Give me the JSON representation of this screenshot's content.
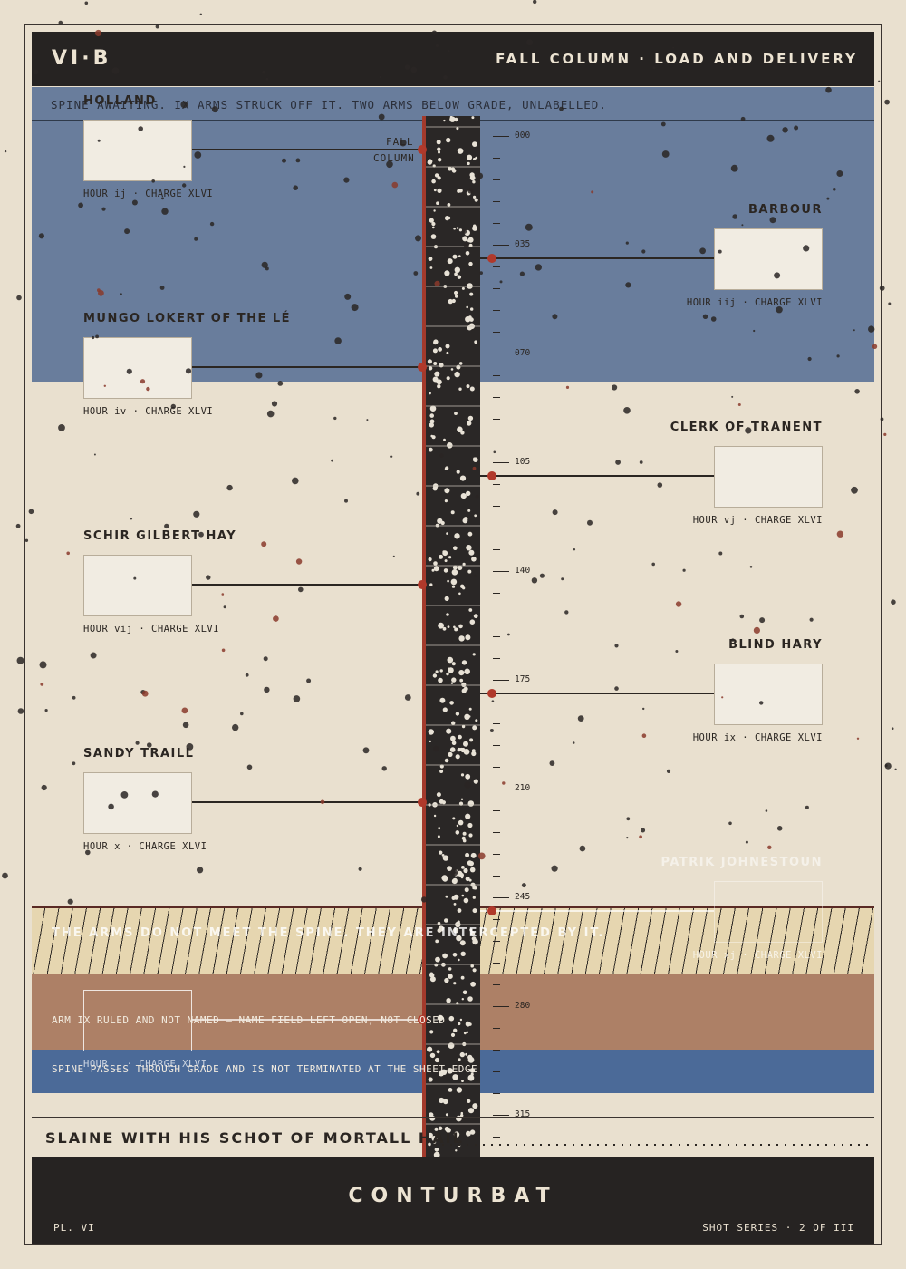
{
  "header": {
    "plate_id": "VI·B",
    "title": "FALL COLUMN · LOAD AND DELIVERY"
  },
  "top_note": "SPINE AWAITING. IX ARMS STRUCK OFF IT. TWO ARMS BELOW GRADE, UNLABELLED.",
  "spine_label": [
    "FALL",
    "COLUMN"
  ],
  "scale_ticks": [
    "000",
    "035",
    "070",
    "105",
    "140",
    "175",
    "210",
    "245",
    "280",
    "315"
  ],
  "arms": [
    {
      "name": "HOLLAND",
      "hour": "HOUR ij · CHARGE XLVI",
      "side": "left"
    },
    {
      "name": "BARBOUR",
      "hour": "HOUR iij · CHARGE XLVI",
      "side": "right"
    },
    {
      "name": "MUNGO LOKERT OF THE LÉ",
      "hour": "HOUR iv · CHARGE XLVI",
      "side": "left"
    },
    {
      "name": "CLERK OF TRANENT",
      "hour": "HOUR vj · CHARGE XLVI",
      "side": "right"
    },
    {
      "name": "SCHIR GILBERT HAY",
      "hour": "HOUR vij · CHARGE XLVI",
      "side": "left"
    },
    {
      "name": "BLIND HARY",
      "hour": "HOUR ix · CHARGE XLVI",
      "side": "right"
    },
    {
      "name": "SANDY TRAILL",
      "hour": "HOUR x · CHARGE XLVI",
      "side": "left"
    },
    {
      "name": "PATRIK JOHNESTOUN",
      "hour": "HOUR xj · CHARGE XLVI",
      "side": "right"
    },
    {
      "name": "",
      "hour": "HOUR _ · CHARGE XLVI",
      "side": "left"
    }
  ],
  "grade_notes": [
    "THE ARMS DO NOT MEET THE SPINE. THEY ARE INTERCEPTED BY IT.",
    "ARM IX RULED AND NOT NAMED — NAME FIELD LEFT OPEN, NOT CLOSED",
    "SPINE PASSES THROUGH GRADE AND IS NOT TERMINATED AT THE SHEET EDGE"
  ],
  "caption": "SLAINE WITH HIS SCHOT OF MORTALL HAIL",
  "footer": {
    "word": "CONTURBAT",
    "plate_number": "PL. VI",
    "series": "SHOT SERIES · 2 OF III"
  },
  "colors": {
    "paper": "#e9e0cf",
    "ink": "#2b2622",
    "band_blue": "#5b7296",
    "spine_red": "#a33a2c",
    "grade_brown": "#ad8066"
  }
}
